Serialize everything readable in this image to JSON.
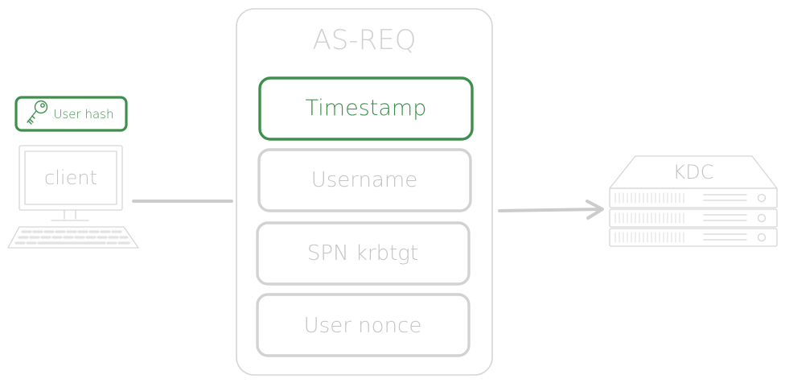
{
  "title": "AS-REQ",
  "client": {
    "label": "client",
    "badge": "User hash"
  },
  "server": {
    "label": "KDC"
  },
  "fields": [
    {
      "label": "Timestamp",
      "highlighted": true
    },
    {
      "label": "Username",
      "highlighted": false
    },
    {
      "label": "SPN krbtgt",
      "highlighted": false
    },
    {
      "label": "User nonce",
      "highlighted": false
    }
  ],
  "colors": {
    "accent": "#3e8f4c",
    "muted": "#cccccc",
    "muted_text": "#c4c4c4",
    "frame": "#d6d6d6"
  }
}
